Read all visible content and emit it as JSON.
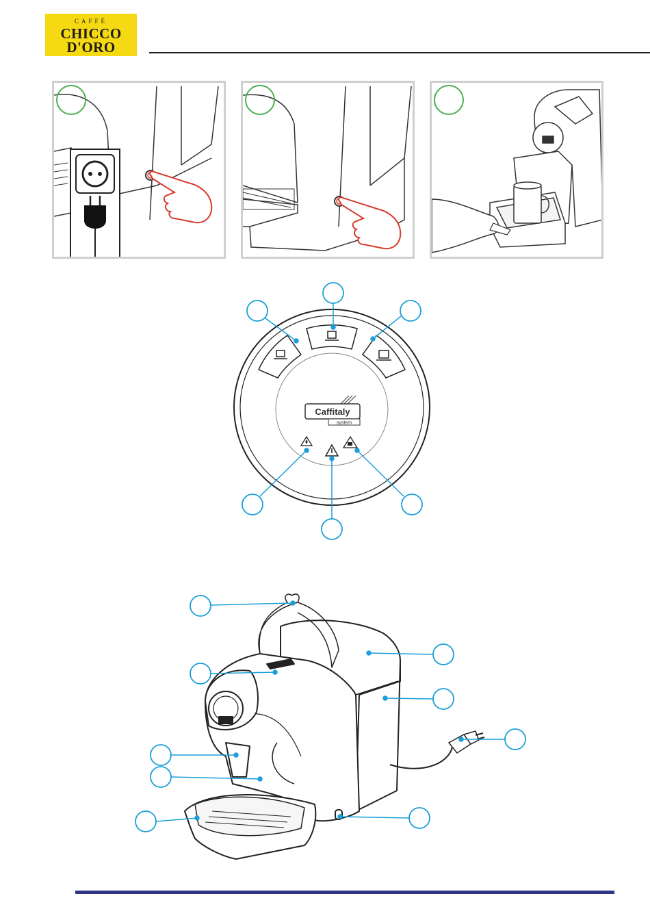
{
  "brand": {
    "caffe": "CAFFÈ",
    "line1": "CHICCO",
    "line2": "D'ORO",
    "background": "#f5d913"
  },
  "panel_logo": {
    "main": "Caffitaly",
    "sub": "system"
  },
  "colors": {
    "callout": "#1a9fd8",
    "step_circle": "#4caf50",
    "finger": "#d83a2b",
    "footer_rule": "#313585",
    "panel_border": "#cfcfcf"
  },
  "icons": [
    "socket-icon",
    "plug-icon",
    "hand-pointer-icon",
    "mug-icon",
    "cup-icon",
    "drop-icon",
    "warning-icon",
    "capsule-icon"
  ]
}
